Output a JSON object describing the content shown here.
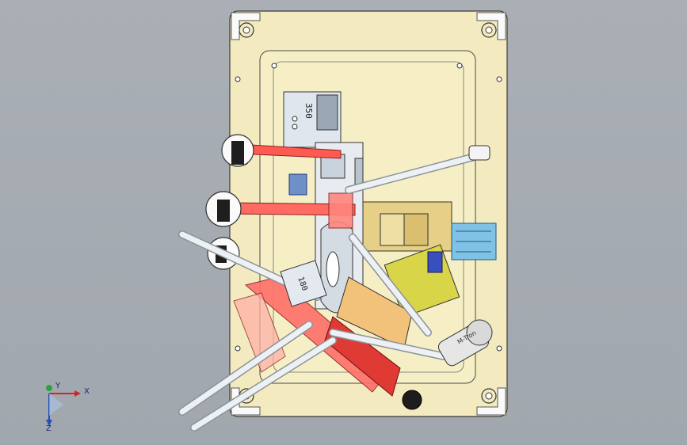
{
  "viewport": {
    "background_color": "#a3a9b0",
    "part_labels": {
      "top_block": "350",
      "mid_block": "180"
    },
    "motor_label": "M-Tron"
  },
  "triad": {
    "x_label": "X",
    "y_label": "Y",
    "z_label": "Z",
    "x_color": "#d6232a",
    "y_color": "#2aa33a",
    "z_color": "#1f4fb8"
  }
}
